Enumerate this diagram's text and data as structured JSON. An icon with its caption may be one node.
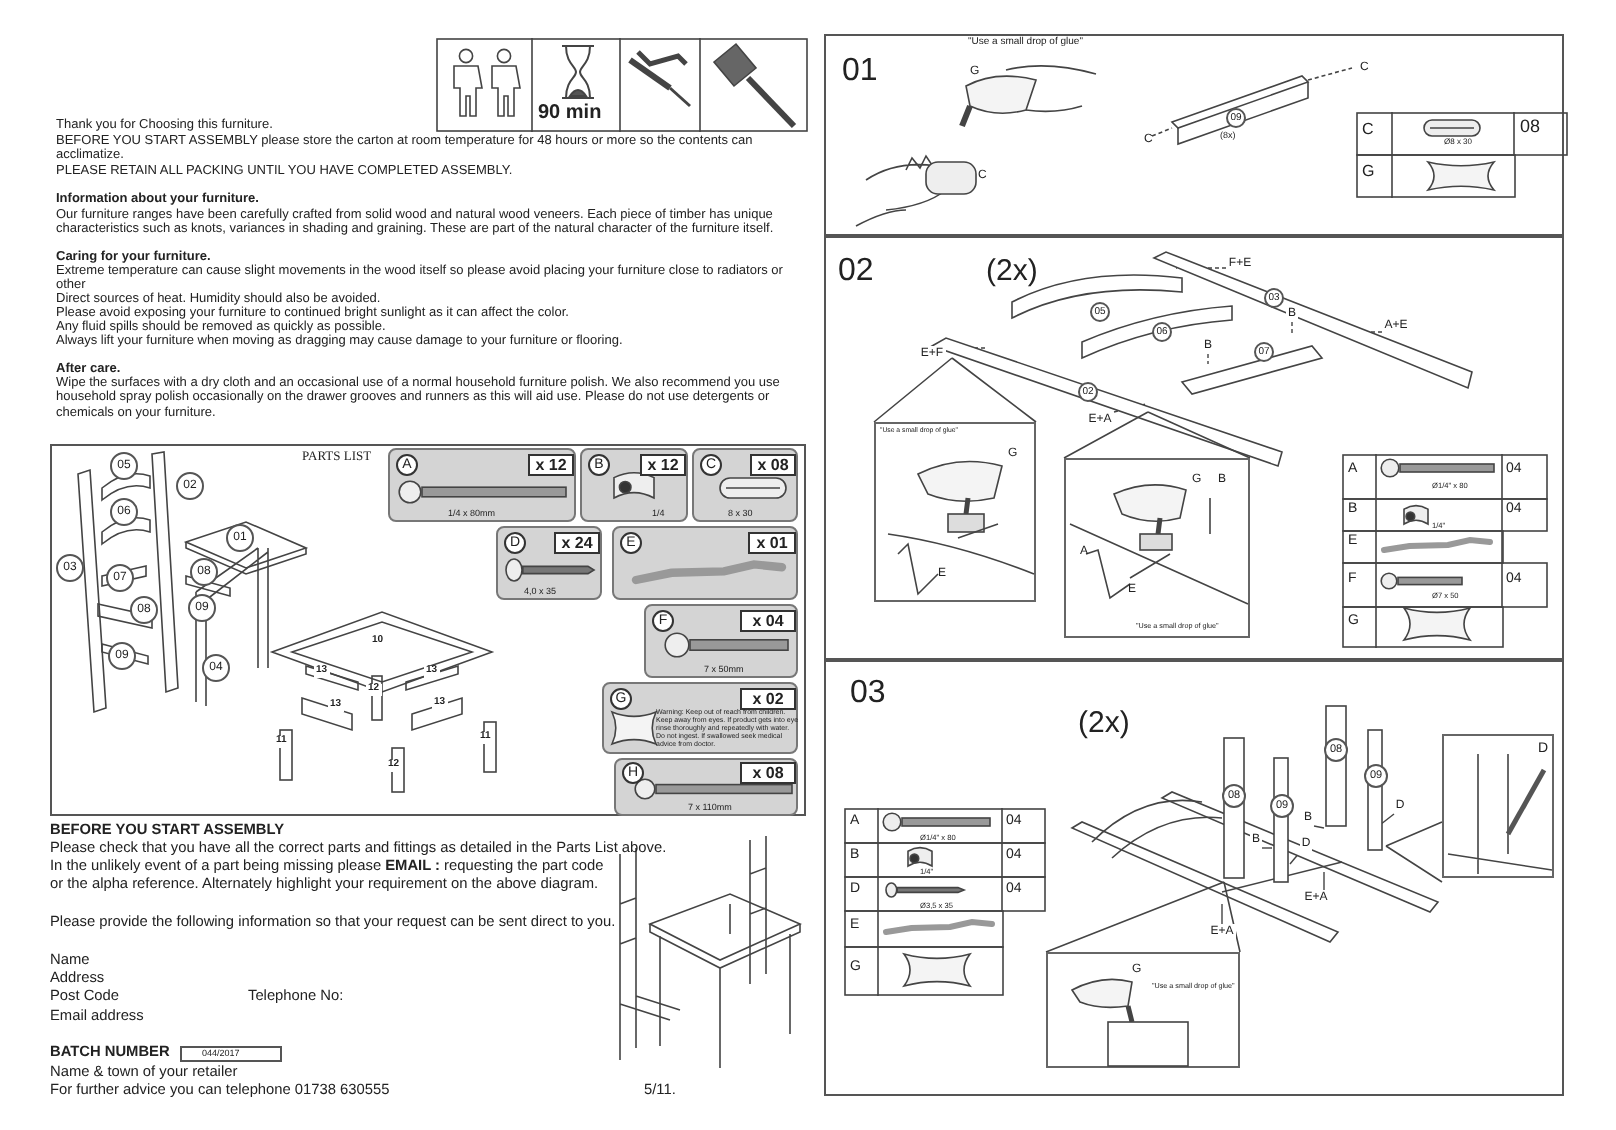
{
  "diagram": {
    "nodes": [
      {
        "text": [
          "PARTS LIST"
        ]
      },
      {
        "text": [
          "05"
        ],
        "in": 0
      },
      {
        "text": [
          "02"
        ],
        "in": 0
      },
      {
        "text": [
          "06"
        ],
        "in": 0
      },
      {
        "text": [
          "01"
        ],
        "in": 0
      },
      {
        "text": [
          "03"
        ],
        "in": 0
      },
      {
        "text": [
          "07"
        ],
        "in": 0
      },
      {
        "text": [
          "08"
        ],
        "in": 0
      },
      {
        "text": [
          "08"
        ],
        "in": 0
      },
      {
        "text": [
          "09"
        ],
        "in": 0
      },
      {
        "text": [
          "09"
        ],
        "in": 0
      },
      {
        "text": [
          "04"
        ],
        "in": 0
      },
      {
        "text": [
          "A",
          "x 12",
          "1/4 x 80mm"
        ],
        "in": 0
      },
      {
        "text": [
          "B",
          "x 12",
          "1/4"
        ],
        "in": 0
      },
      {
        "text": [
          "C",
          "x 08",
          "8 x 30"
        ],
        "in": 0
      },
      {
        "text": [
          "D",
          "x 24",
          "4,0 x 35"
        ],
        "in": 0
      },
      {
        "text": [
          "E",
          "x 01"
        ],
        "in": 0
      },
      {
        "text": [
          "F",
          "x 04",
          "7 x 50mm"
        ],
        "in": 0
      },
      {
        "text": [
          "G",
          "x 02",
          "Warning: Keep out of reach from children. Keep away from eyes. If product gets into eye rinse thoroughly and repeatedly with water. Do not ingest. If swallowed seek medical advice from doctor."
        ],
        "in": 0
      },
      {
        "text": [
          "H",
          "x 08",
          "7 x 110mm"
        ],
        "in": 0
      },
      {
        "text": [
          "01"
        ]
      },
      {
        "text": [
          "09"
        ],
        "in": 20,
        "beside": [
          "(8x)"
        ]
      },
      {
        "text": [
          "02",
          "(2x)"
        ]
      },
      {
        "text": [
          "F+E"
        ],
        "in": 22
      },
      {
        "text": [
          "03"
        ],
        "in": 22
      },
      {
        "text": [
          "05"
        ],
        "in": 22
      },
      {
        "text": [
          "A+E"
        ],
        "in": 22
      },
      {
        "text": [
          "06"
        ],
        "in": 22
      },
      {
        "text": [
          "B"
        ],
        "in": 22
      },
      {
        "text": [
          "B"
        ],
        "in": 22
      },
      {
        "text": [
          "07"
        ],
        "in": 22
      },
      {
        "text": [
          "E+F"
        ],
        "in": 22
      },
      {
        "text": [
          "02"
        ],
        "in": 22
      },
      {
        "text": [
          "E+A"
        ],
        "in": 22
      },
      {
        "text": [
          "\"Use a small drop of glue\"",
          "G",
          "E"
        ],
        "in": 22
      },
      {
        "text": [
          "G",
          "B",
          "A",
          "E",
          "\"Use a small drop of glue\""
        ],
        "in": 22
      },
      {
        "text": [
          "03",
          "(2x)"
        ]
      },
      {
        "text": [
          "08"
        ],
        "in": 36
      },
      {
        "text": [
          "09"
        ],
        "in": 36
      },
      {
        "text": [
          "08"
        ],
        "in": 36
      },
      {
        "text": [
          "09"
        ],
        "in": 36
      },
      {
        "text": [
          "D"
        ],
        "in": 36
      },
      {
        "text": [
          "D"
        ],
        "in": 36
      },
      {
        "text": [
          "B"
        ],
        "in": 36
      },
      {
        "text": [
          "B"
        ],
        "in": 36
      },
      {
        "text": [
          "D"
        ],
        "in": 36
      },
      {
        "text": [
          "E+A"
        ],
        "in": 36
      },
      {
        "text": [
          "E+A"
        ],
        "in": 36
      },
      {
        "text": [
          "G",
          "\"Use a small drop of glue\""
        ],
        "in": 36
      }
    ],
    "edges": [
      {
        "from": 23,
        "to": null,
        "arrow": "none",
        "style": "dashed"
      },
      {
        "from": 26,
        "to": null,
        "arrow": "none",
        "style": "dashed"
      },
      {
        "from": 28,
        "to": null,
        "arrow": "none",
        "style": "dashed"
      },
      {
        "from": 29,
        "to": null,
        "arrow": "none",
        "style": "dashed"
      },
      {
        "from": 31,
        "to": null,
        "arrow": "none",
        "style": "dashed"
      },
      {
        "from": 33,
        "to": null,
        "arrow": "none",
        "style": "dashed"
      },
      {
        "from": 42,
        "to": null,
        "arrow": "none"
      },
      {
        "from": 43,
        "to": null,
        "arrow": "none"
      },
      {
        "from": 44,
        "to": null,
        "arrow": "none"
      },
      {
        "from": 45,
        "to": null,
        "arrow": "none"
      },
      {
        "from": 46,
        "to": null,
        "arrow": "none"
      },
      {
        "from": 47,
        "to": null,
        "arrow": "none"
      }
    ],
    "labels": [
      "Thank you for Choosing this furniture.",
      "BEFORE YOU START ASSEMBLY please store the carton at room temperature for 48 hours or more so the contents can acclimatize.",
      "PLEASE RETAIN ALL PACKING UNTIL YOU HAVE COMPLETED ASSEMBLY.",
      "Information about your  furniture.",
      "Our furniture ranges have been carefully crafted from solid wood and natural wood veneers. Each piece of timber has unique characteristics such as knots, variances in shading and graining. These are part of the natural character of the furniture itself.",
      "Caring for your furniture.",
      "Extreme temperature can cause slight movements in the wood itself so please avoid placing your furniture close to radiators or other",
      "Direct sources of heat. Humidity should also be avoided.",
      "Please avoid exposing your furniture to continued bright sunlight as it can affect the color.",
      "Any fluid spills should be removed as quickly as possible.",
      "Always lift your furniture when moving as dragging may cause damage to your furniture or flooring.",
      "After care.",
      "Wipe the surfaces with a dry cloth and an occasional use of a normal household furniture polish. We also recommend you use household spray polish occasionally on the drawer grooves and runners as this will aid use. Please do not use detergents or chemicals on your furniture.",
      "90 min",
      "10",
      "13",
      "13",
      "12",
      "13",
      "13",
      "11",
      "12",
      "11",
      "BEFORE YOU START ASSEMBLY",
      "Please check that you have all the correct parts and fittings as detailed in the Parts List above.",
      "In the unlikely event of a part being missing please **EMAIL :** requesting the part code or the alpha reference. Alternately highlight your requirement on the above diagram.",
      "Please provide the following information so that your request can be sent direct to you.",
      "Name",
      "Address",
      "Post Code",
      "Telephone No:",
      "Email address",
      "BATCH NUMBER",
      "044/2017",
      "Name & town of your retailer",
      "For further advice you can telephone 01738 630555",
      "5/11.",
      "\"Use a small drop of glue\"",
      "C",
      "G",
      "C",
      "C",
      "C",
      "Ø8 x 30",
      "08",
      "G",
      "A",
      "Ø1/4\" x 80",
      "04",
      "B",
      "1/4\"",
      "04",
      "E",
      "F",
      "Ø7 x 50",
      "04",
      "G",
      "A",
      "Ø1/4\" x 80",
      "04",
      "B",
      "1/4\"",
      "04",
      "D",
      "Ø3,5 x 35",
      "04",
      "E",
      "G"
    ]
  }
}
